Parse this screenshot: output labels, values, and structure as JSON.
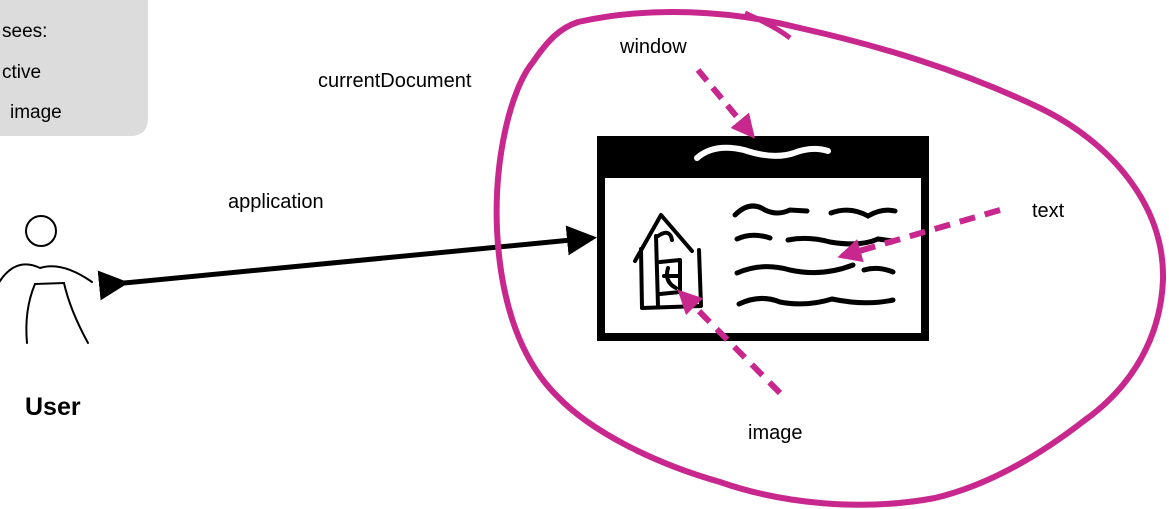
{
  "note": {
    "lines": [
      "sees:",
      "ctive",
      "image"
    ]
  },
  "labels": {
    "current_document": "currentDocument",
    "window": "window",
    "application": "application",
    "text": "text",
    "image": "image",
    "user": "User"
  },
  "colors": {
    "accent": "#c8288e",
    "ink": "#000000",
    "note_bg": "#dcdcdc"
  },
  "icons": {
    "actor": "stick-figure-icon",
    "document": "document-window-icon",
    "house": "house-sketch-icon"
  }
}
